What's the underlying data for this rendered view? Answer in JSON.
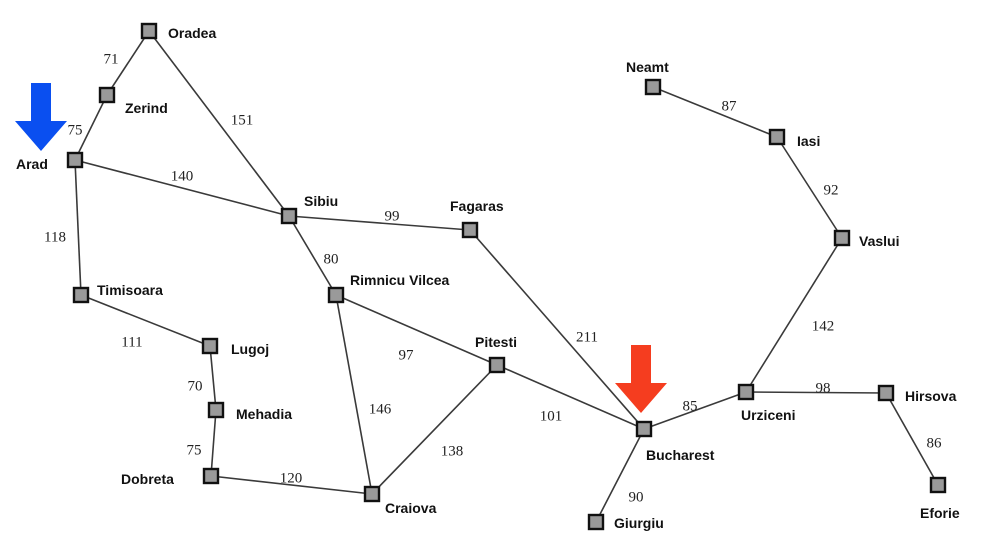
{
  "map": {
    "cities": [
      {
        "id": "oradea",
        "name": "Oradea"
      },
      {
        "id": "zerind",
        "name": "Zerind"
      },
      {
        "id": "arad",
        "name": "Arad"
      },
      {
        "id": "timisoara",
        "name": "Timisoara"
      },
      {
        "id": "lugoj",
        "name": "Lugoj"
      },
      {
        "id": "mehadia",
        "name": "Mehadia"
      },
      {
        "id": "dobreta",
        "name": "Dobreta"
      },
      {
        "id": "craiova",
        "name": "Craiova"
      },
      {
        "id": "sibiu",
        "name": "Sibiu"
      },
      {
        "id": "rimnicu",
        "name": "Rimnicu Vilcea"
      },
      {
        "id": "fagaras",
        "name": "Fagaras"
      },
      {
        "id": "pitesti",
        "name": "Pitesti"
      },
      {
        "id": "bucharest",
        "name": "Bucharest"
      },
      {
        "id": "giurgiu",
        "name": "Giurgiu"
      },
      {
        "id": "urziceni",
        "name": "Urziceni"
      },
      {
        "id": "hirsova",
        "name": "Hirsova"
      },
      {
        "id": "eforie",
        "name": "Eforie"
      },
      {
        "id": "vaslui",
        "name": "Vaslui"
      },
      {
        "id": "iasi",
        "name": "Iasi"
      },
      {
        "id": "neamt",
        "name": "Neamt"
      }
    ],
    "roads": [
      {
        "from": "oradea",
        "to": "zerind",
        "distance": "71"
      },
      {
        "from": "zerind",
        "to": "arad",
        "distance": "75"
      },
      {
        "from": "oradea",
        "to": "sibiu",
        "distance": "151"
      },
      {
        "from": "arad",
        "to": "sibiu",
        "distance": "140"
      },
      {
        "from": "arad",
        "to": "timisoara",
        "distance": "118"
      },
      {
        "from": "timisoara",
        "to": "lugoj",
        "distance": "111"
      },
      {
        "from": "lugoj",
        "to": "mehadia",
        "distance": "70"
      },
      {
        "from": "mehadia",
        "to": "dobreta",
        "distance": "75"
      },
      {
        "from": "dobreta",
        "to": "craiova",
        "distance": "120"
      },
      {
        "from": "sibiu",
        "to": "fagaras",
        "distance": "99"
      },
      {
        "from": "sibiu",
        "to": "rimnicu",
        "distance": "80"
      },
      {
        "from": "rimnicu",
        "to": "pitesti",
        "distance": "97"
      },
      {
        "from": "rimnicu",
        "to": "craiova",
        "distance": "146"
      },
      {
        "from": "craiova",
        "to": "pitesti",
        "distance": "138"
      },
      {
        "from": "pitesti",
        "to": "bucharest",
        "distance": "101"
      },
      {
        "from": "fagaras",
        "to": "bucharest",
        "distance": "211"
      },
      {
        "from": "bucharest",
        "to": "giurgiu",
        "distance": "90"
      },
      {
        "from": "bucharest",
        "to": "urziceni",
        "distance": "85"
      },
      {
        "from": "urziceni",
        "to": "hirsova",
        "distance": "98"
      },
      {
        "from": "hirsova",
        "to": "eforie",
        "distance": "86"
      },
      {
        "from": "urziceni",
        "to": "vaslui",
        "distance": "142"
      },
      {
        "from": "vaslui",
        "to": "iasi",
        "distance": "92"
      },
      {
        "from": "iasi",
        "to": "neamt",
        "distance": "87"
      }
    ]
  },
  "markers": {
    "start_city": "arad",
    "start_color": "#0a4ff0",
    "goal_city": "bucharest",
    "goal_color": "#f53d1f"
  },
  "colors": {
    "node_fill": "#9a9a9a",
    "node_stroke": "#111111",
    "road": "#3a3a3a"
  }
}
